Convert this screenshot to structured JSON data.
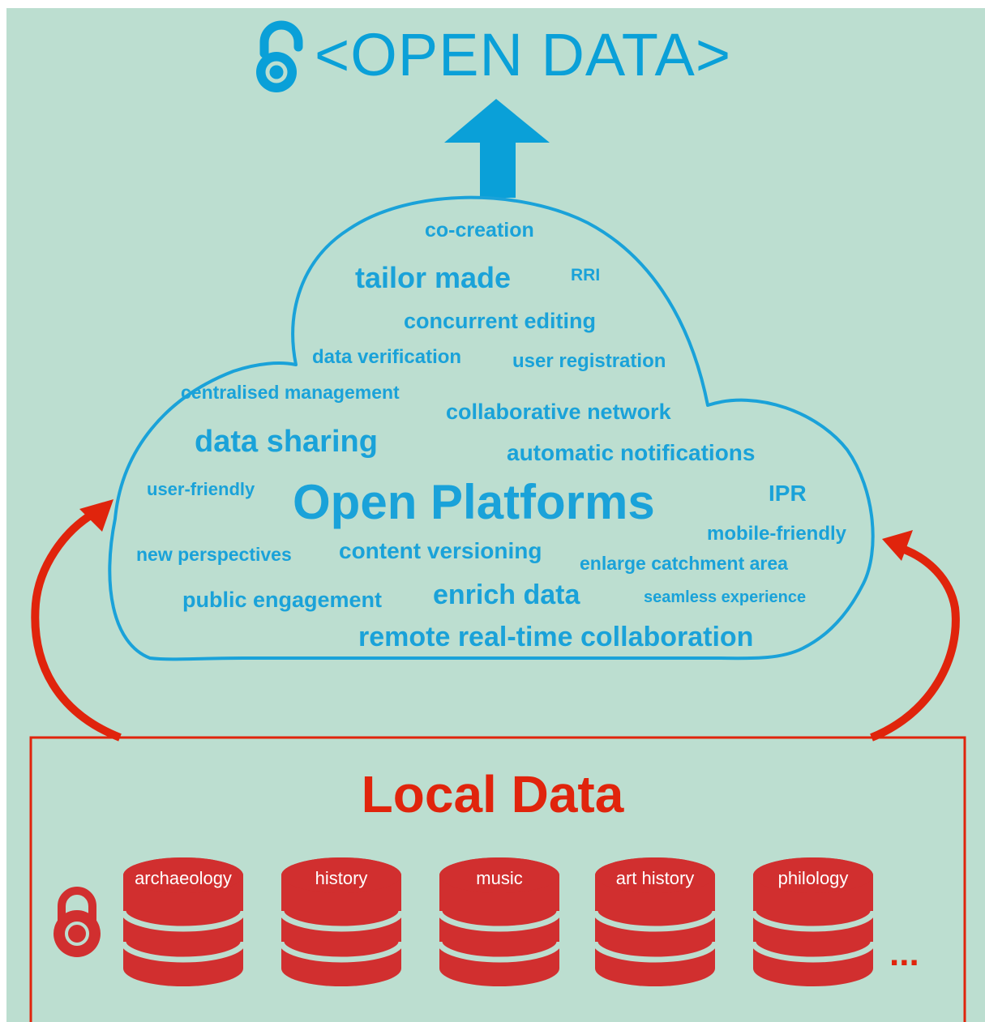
{
  "header": {
    "title": "<OPEN DATA>"
  },
  "cloud": {
    "center_label": "Open Platforms",
    "keywords": {
      "co_creation": "co-creation",
      "tailor_made": "tailor made",
      "rri": "RRI",
      "concurrent_editing": "concurrent editing",
      "data_verification": "data verification",
      "user_registration": "user registration",
      "centralised_management": "centralised management",
      "collaborative_network": "collaborative network",
      "data_sharing": "data sharing",
      "automatic_notifications": "automatic notifications",
      "user_friendly": "user-friendly",
      "ipr": "IPR",
      "mobile_friendly": "mobile-friendly",
      "new_perspectives": "new perspectives",
      "content_versioning": "content versioning",
      "enlarge_catchment_area": "enlarge catchment area",
      "public_engagement": "public engagement",
      "enrich_data": "enrich data",
      "seamless_experience": "seamless experience",
      "remote_collaboration": "remote real-time collaboration"
    }
  },
  "local": {
    "title": "Local Data",
    "databases": [
      "archaeology",
      "history",
      "music",
      "art history",
      "philology"
    ],
    "more": "..."
  },
  "colors": {
    "open": "#0aa0d8",
    "local": "#e0240c",
    "database": "#d12f2f",
    "background": "#bcded0"
  },
  "icons": {
    "open_lock": "open-lock-icon",
    "closed_lock": "closed-lock-icon",
    "database": "database-icon"
  }
}
